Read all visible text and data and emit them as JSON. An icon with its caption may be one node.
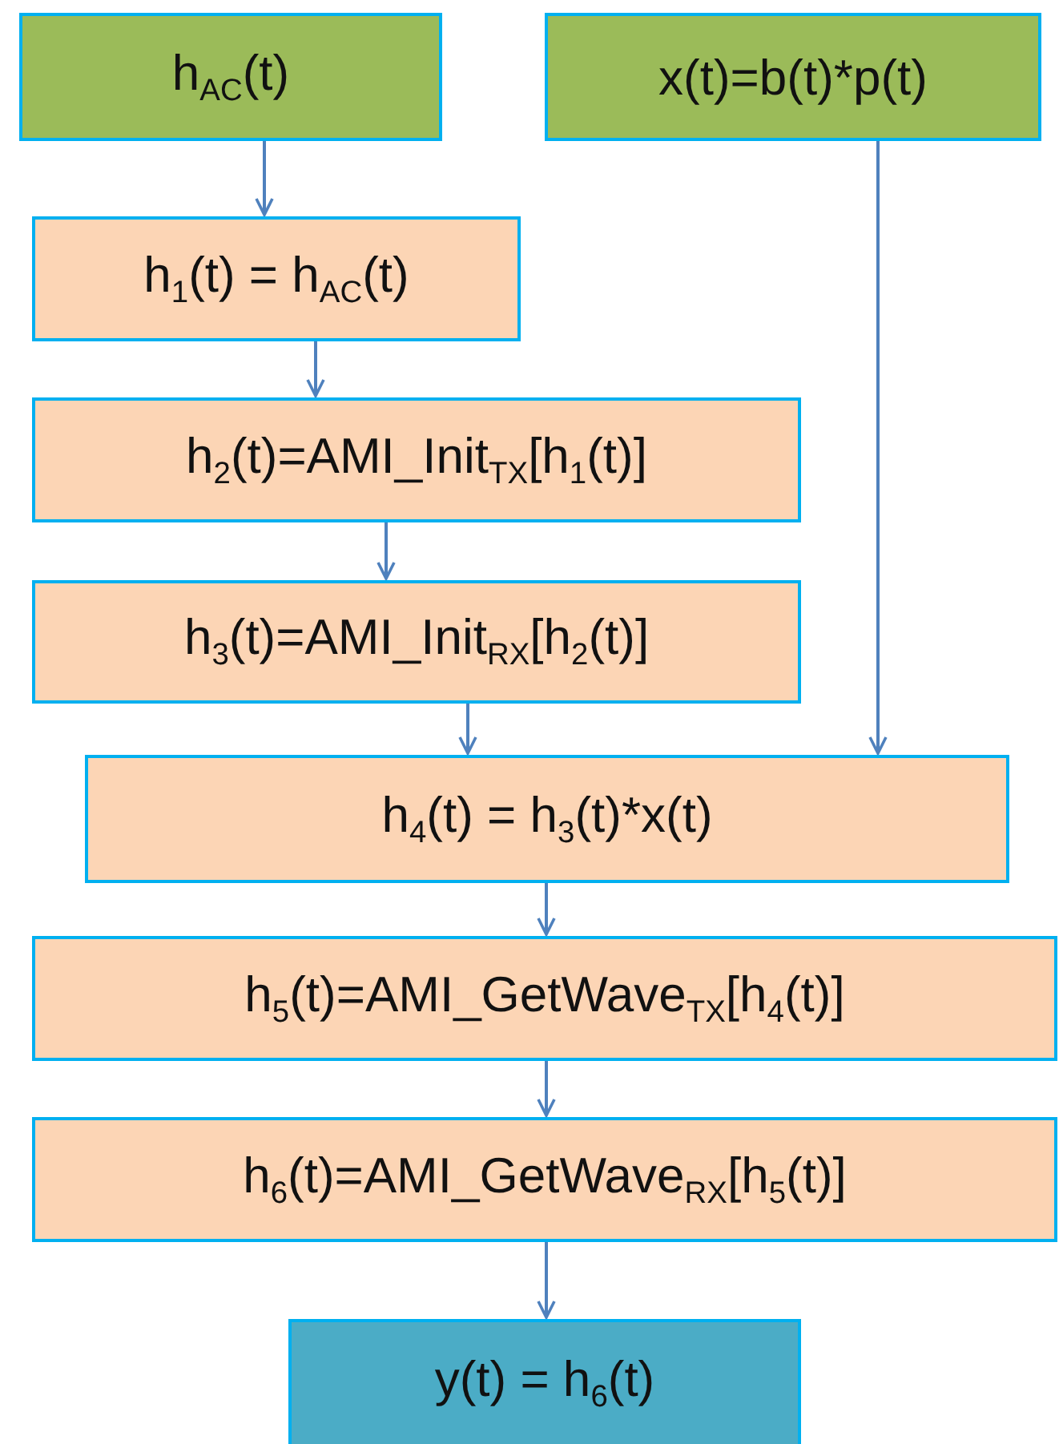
{
  "diagram": {
    "nodes": [
      {
        "text": [
          "h$_{AC}$(t)"
        ]
      },
      {
        "text": [
          "x(t)=b(t)*p(t)"
        ]
      },
      {
        "text": [
          "h$_{1}$(t) = h$_{AC}$(t)"
        ]
      },
      {
        "text": [
          "h$_{2}$(t)=AMI_Init$_{TX}$[h$_{1}$(t)]"
        ]
      },
      {
        "text": [
          "h$_{3}$(t)=AMI_Init$_{RX}$[h$_{2}$(t)]"
        ]
      },
      {
        "text": [
          "h$_{4}$(t) = h$_{3}$(t)*x(t)"
        ]
      },
      {
        "text": [
          "h$_{5}$(t)=AMI_GetWave$_{TX}$[h$_{4}$(t)]"
        ]
      },
      {
        "text": [
          "h$_{6}$(t)=AMI_GetWave$_{RX}$[h$_{5}$(t)]"
        ]
      },
      {
        "text": [
          "y(t) = h$_{6}$(t)"
        ]
      }
    ],
    "edges": [
      {
        "from": 0,
        "to": 2,
        "arrow": "to"
      },
      {
        "from": 2,
        "to": 3,
        "arrow": "to"
      },
      {
        "from": 3,
        "to": 4,
        "arrow": "to"
      },
      {
        "from": 4,
        "to": 5,
        "arrow": "to"
      },
      {
        "from": 1,
        "to": 5,
        "arrow": "to"
      },
      {
        "from": 5,
        "to": 6,
        "arrow": "to"
      },
      {
        "from": 6,
        "to": 7,
        "arrow": "to"
      },
      {
        "from": 7,
        "to": 8,
        "arrow": "to"
      }
    ]
  }
}
